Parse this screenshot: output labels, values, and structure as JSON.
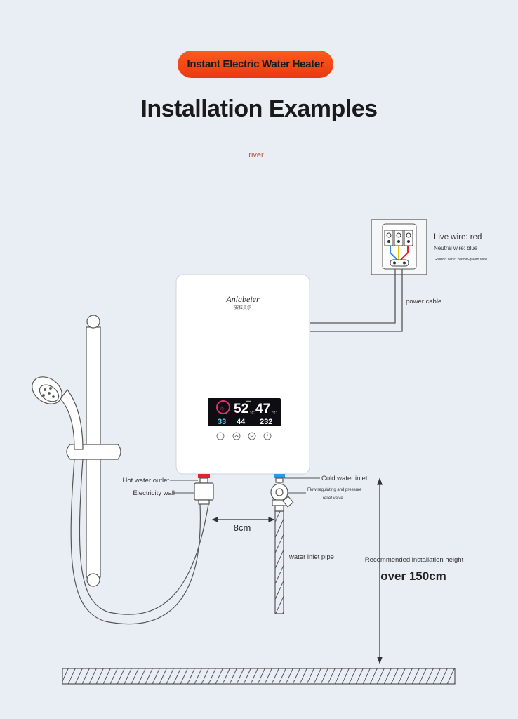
{
  "badge": "Instant Electric Water Heater",
  "title": "Installation Examples",
  "subtitle": "river",
  "brand": "Anlabeier",
  "brand_cn": "安拉贝尔",
  "display": {
    "temp_set": "52",
    "temp_out": "47",
    "flow": "33",
    "power": "44",
    "voltage": "232",
    "unit_c": "°C"
  },
  "labels": {
    "live_wire": "Live wire: red",
    "neutral_wire": "Neutral wire: blue",
    "ground_wire": "Ground wire: Yellow-green wire",
    "power_cable": "power cable",
    "hot_outlet": "Hot water outlet",
    "electricity_wall": "Electricity wall",
    "cold_inlet": "Cold water inlet",
    "valve_1": "Flow regulating and pressure",
    "valve_2": "relief valve",
    "distance": "8cm",
    "inlet_pipe": "water inlet pipe",
    "height_label": "Recommended installation height",
    "height_value": "over 150cm"
  },
  "colors": {
    "badge": "#f04a16",
    "line": "#555555",
    "hot": "#e0242a",
    "cold": "#2a9be0",
    "display_bg": "#0e0e12"
  }
}
